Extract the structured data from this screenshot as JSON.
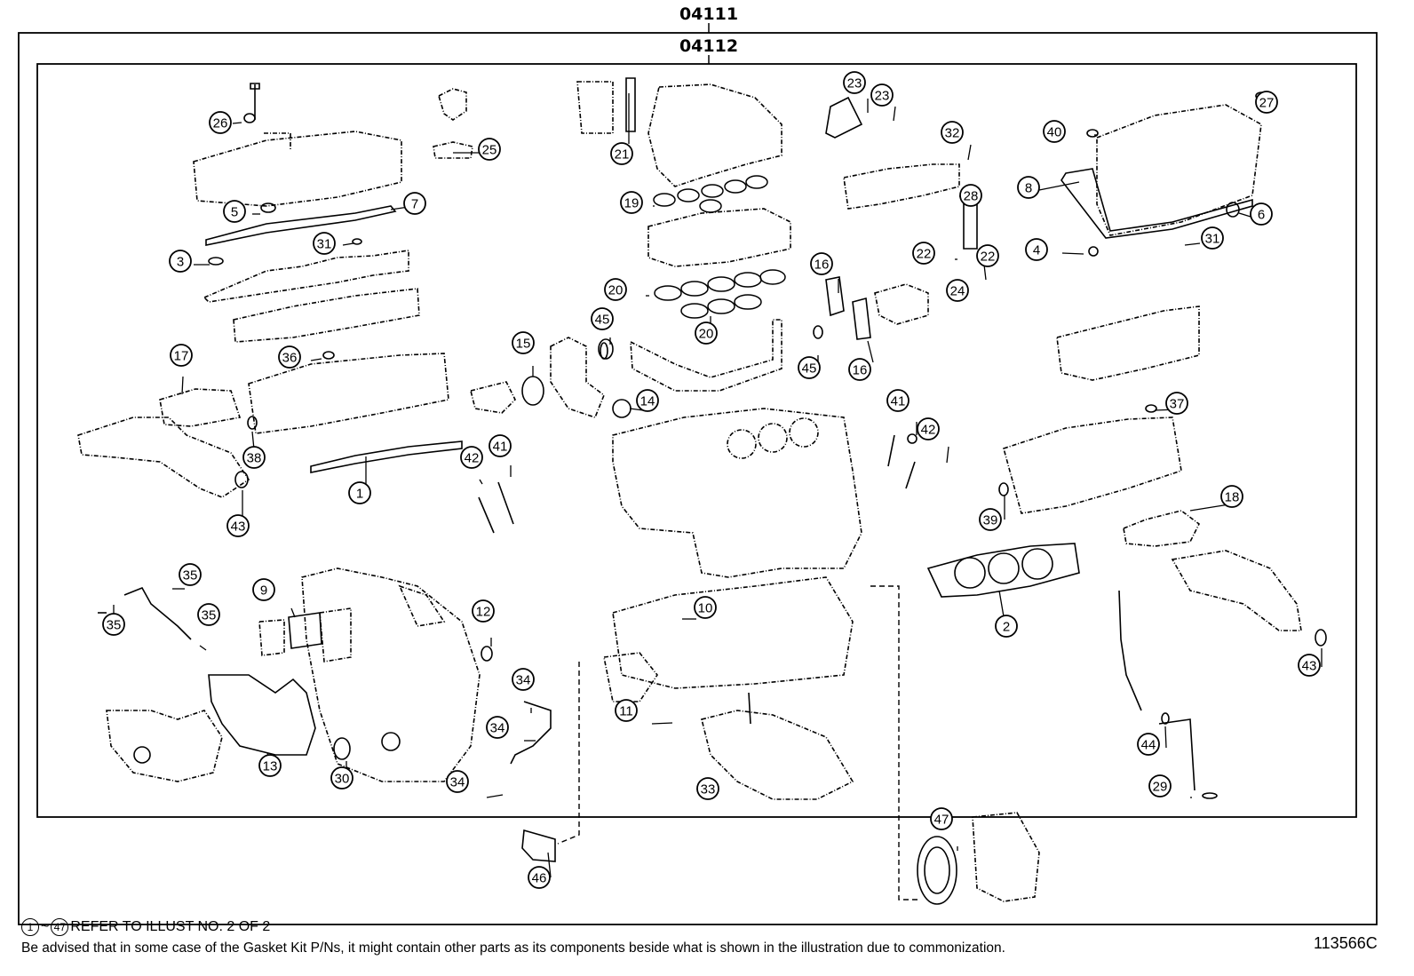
{
  "header": {
    "outer_code": "04111",
    "inner_code": "04112"
  },
  "callouts": [
    "1",
    "2",
    "3",
    "4",
    "5",
    "6",
    "7",
    "8",
    "9",
    "10",
    "11",
    "12",
    "13",
    "14",
    "15",
    "16",
    "16",
    "17",
    "18",
    "19",
    "20",
    "20",
    "21",
    "22",
    "22",
    "23",
    "23",
    "24",
    "25",
    "26",
    "27",
    "28",
    "29",
    "30",
    "31",
    "31",
    "32",
    "33",
    "34",
    "34",
    "34",
    "35",
    "35",
    "35",
    "36",
    "37",
    "38",
    "39",
    "40",
    "41",
    "41",
    "42",
    "42",
    "43",
    "43",
    "44",
    "45",
    "45",
    "46",
    "47"
  ],
  "footer": {
    "range_start": "1",
    "range_sep": "~",
    "range_end": "47",
    "range_text": "REFER TO ILLUST NO. 2 OF 2",
    "advisory": "Be advised that in some case of the Gasket Kit P/Ns,  it might contain other parts as its components beside what is shown in the illustration due to commonization.",
    "illustration_number": "113566C"
  }
}
